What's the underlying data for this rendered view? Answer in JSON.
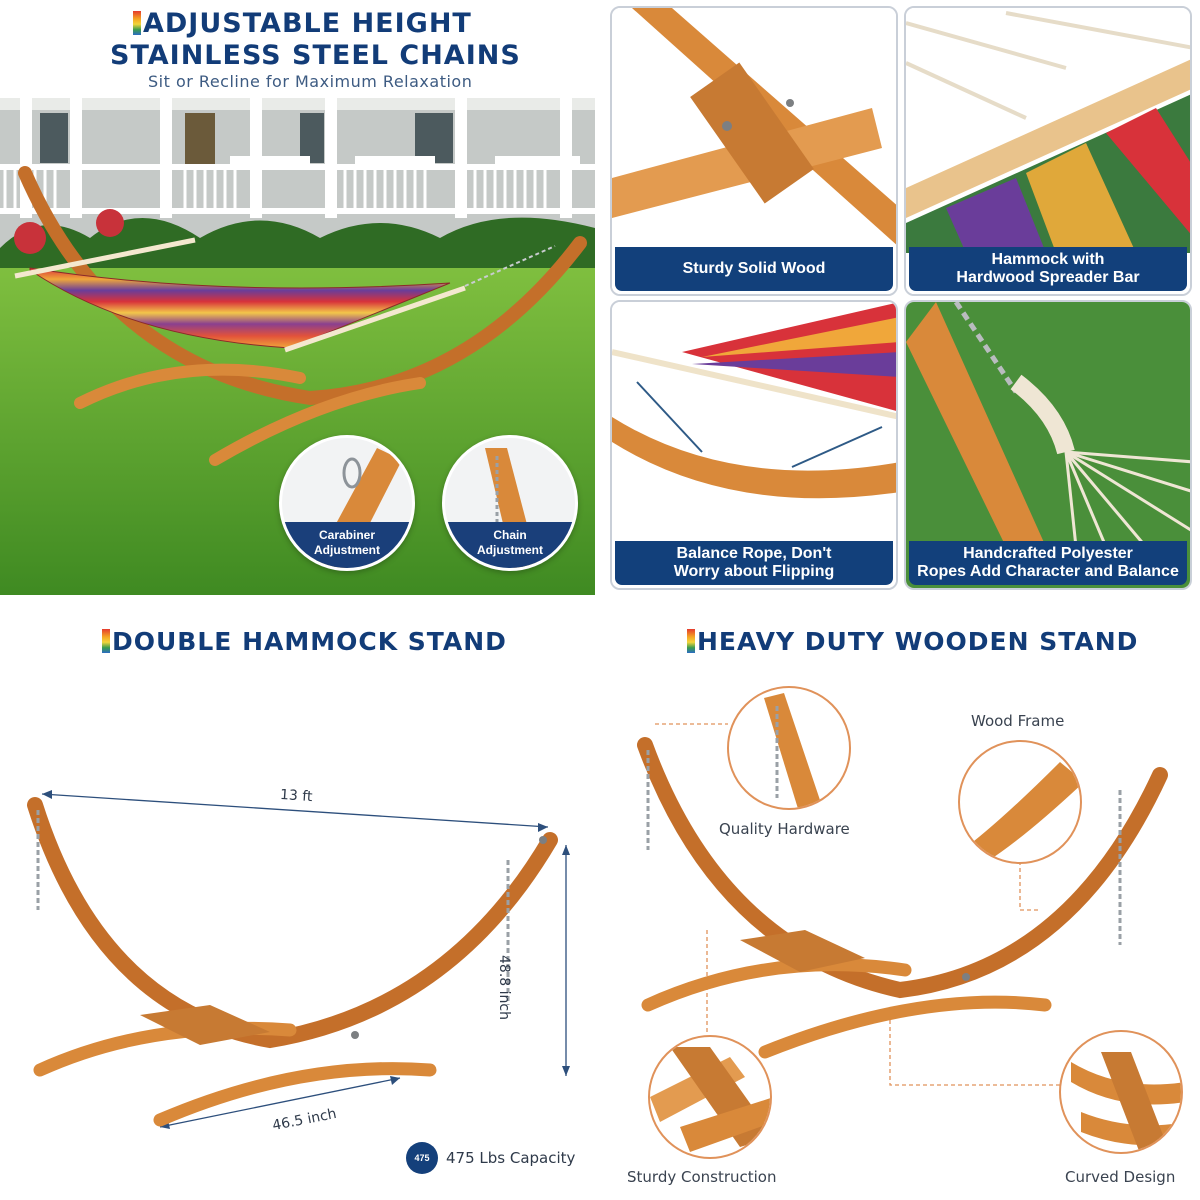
{
  "top_left": {
    "headline_line1": "ADJUSTABLE HEIGHT",
    "headline_line2": "STAINLESS STEEL CHAINS",
    "subheadline": "Sit or Recline for Maximum Relaxation",
    "inset_carabiner": "Carabiner\nAdjustment",
    "inset_chain": "Chain\nAdjustment"
  },
  "feature_cards": [
    {
      "label": "Sturdy Solid Wood"
    },
    {
      "label": "Hammock with\nHardwood Spreader Bar"
    },
    {
      "label": "Balance Rope, Don't\nWorry about Flipping"
    },
    {
      "label": "Handcrafted Polyester\nRopes Add Character and Balance"
    }
  ],
  "stand_dimensions": {
    "heading": "DOUBLE HAMMOCK STAND",
    "length": "13 ft",
    "height": "48.8 inch",
    "base_width": "46.5 inch",
    "capacity": "475 Lbs Capacity",
    "capacity_icon_text": "475"
  },
  "stand_features": {
    "heading": "HEAVY DUTY WOODEN STAND",
    "callouts": [
      "Quality Hardware",
      "Wood Frame",
      "Sturdy Construction",
      "Curved Design"
    ]
  },
  "colors": {
    "navy": "#12407b",
    "wood": "#d9893a",
    "callout_line": "#e0925a"
  }
}
